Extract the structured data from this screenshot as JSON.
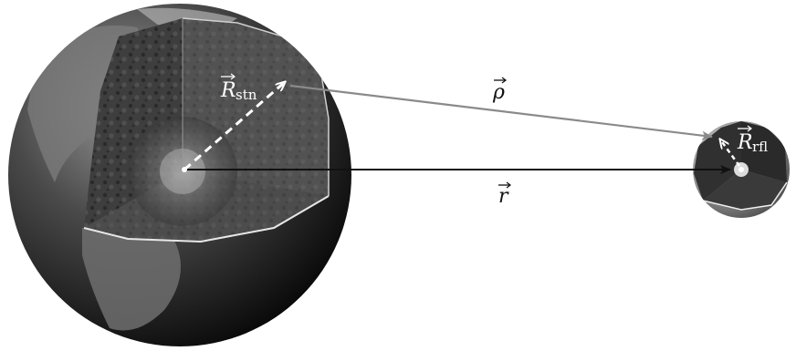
{
  "labels": {
    "rho": "ρ",
    "r": "r",
    "R_stn_base": "R",
    "R_stn_sub": "stn",
    "R_rfl_base": "R",
    "R_rfl_sub": "rfl"
  },
  "colors": {
    "background": "#ffffff",
    "earth_dark": "#1a1a1a",
    "earth_mid": "#5a5a5a",
    "cutaway": "#3c3c3c",
    "arrow_rho": "#8a8a8a",
    "arrow_r": "#111111",
    "dashed": "#ffffff"
  },
  "icons": {
    "earth": "earth-cutaway-icon",
    "moon": "moon-cutaway-icon"
  }
}
